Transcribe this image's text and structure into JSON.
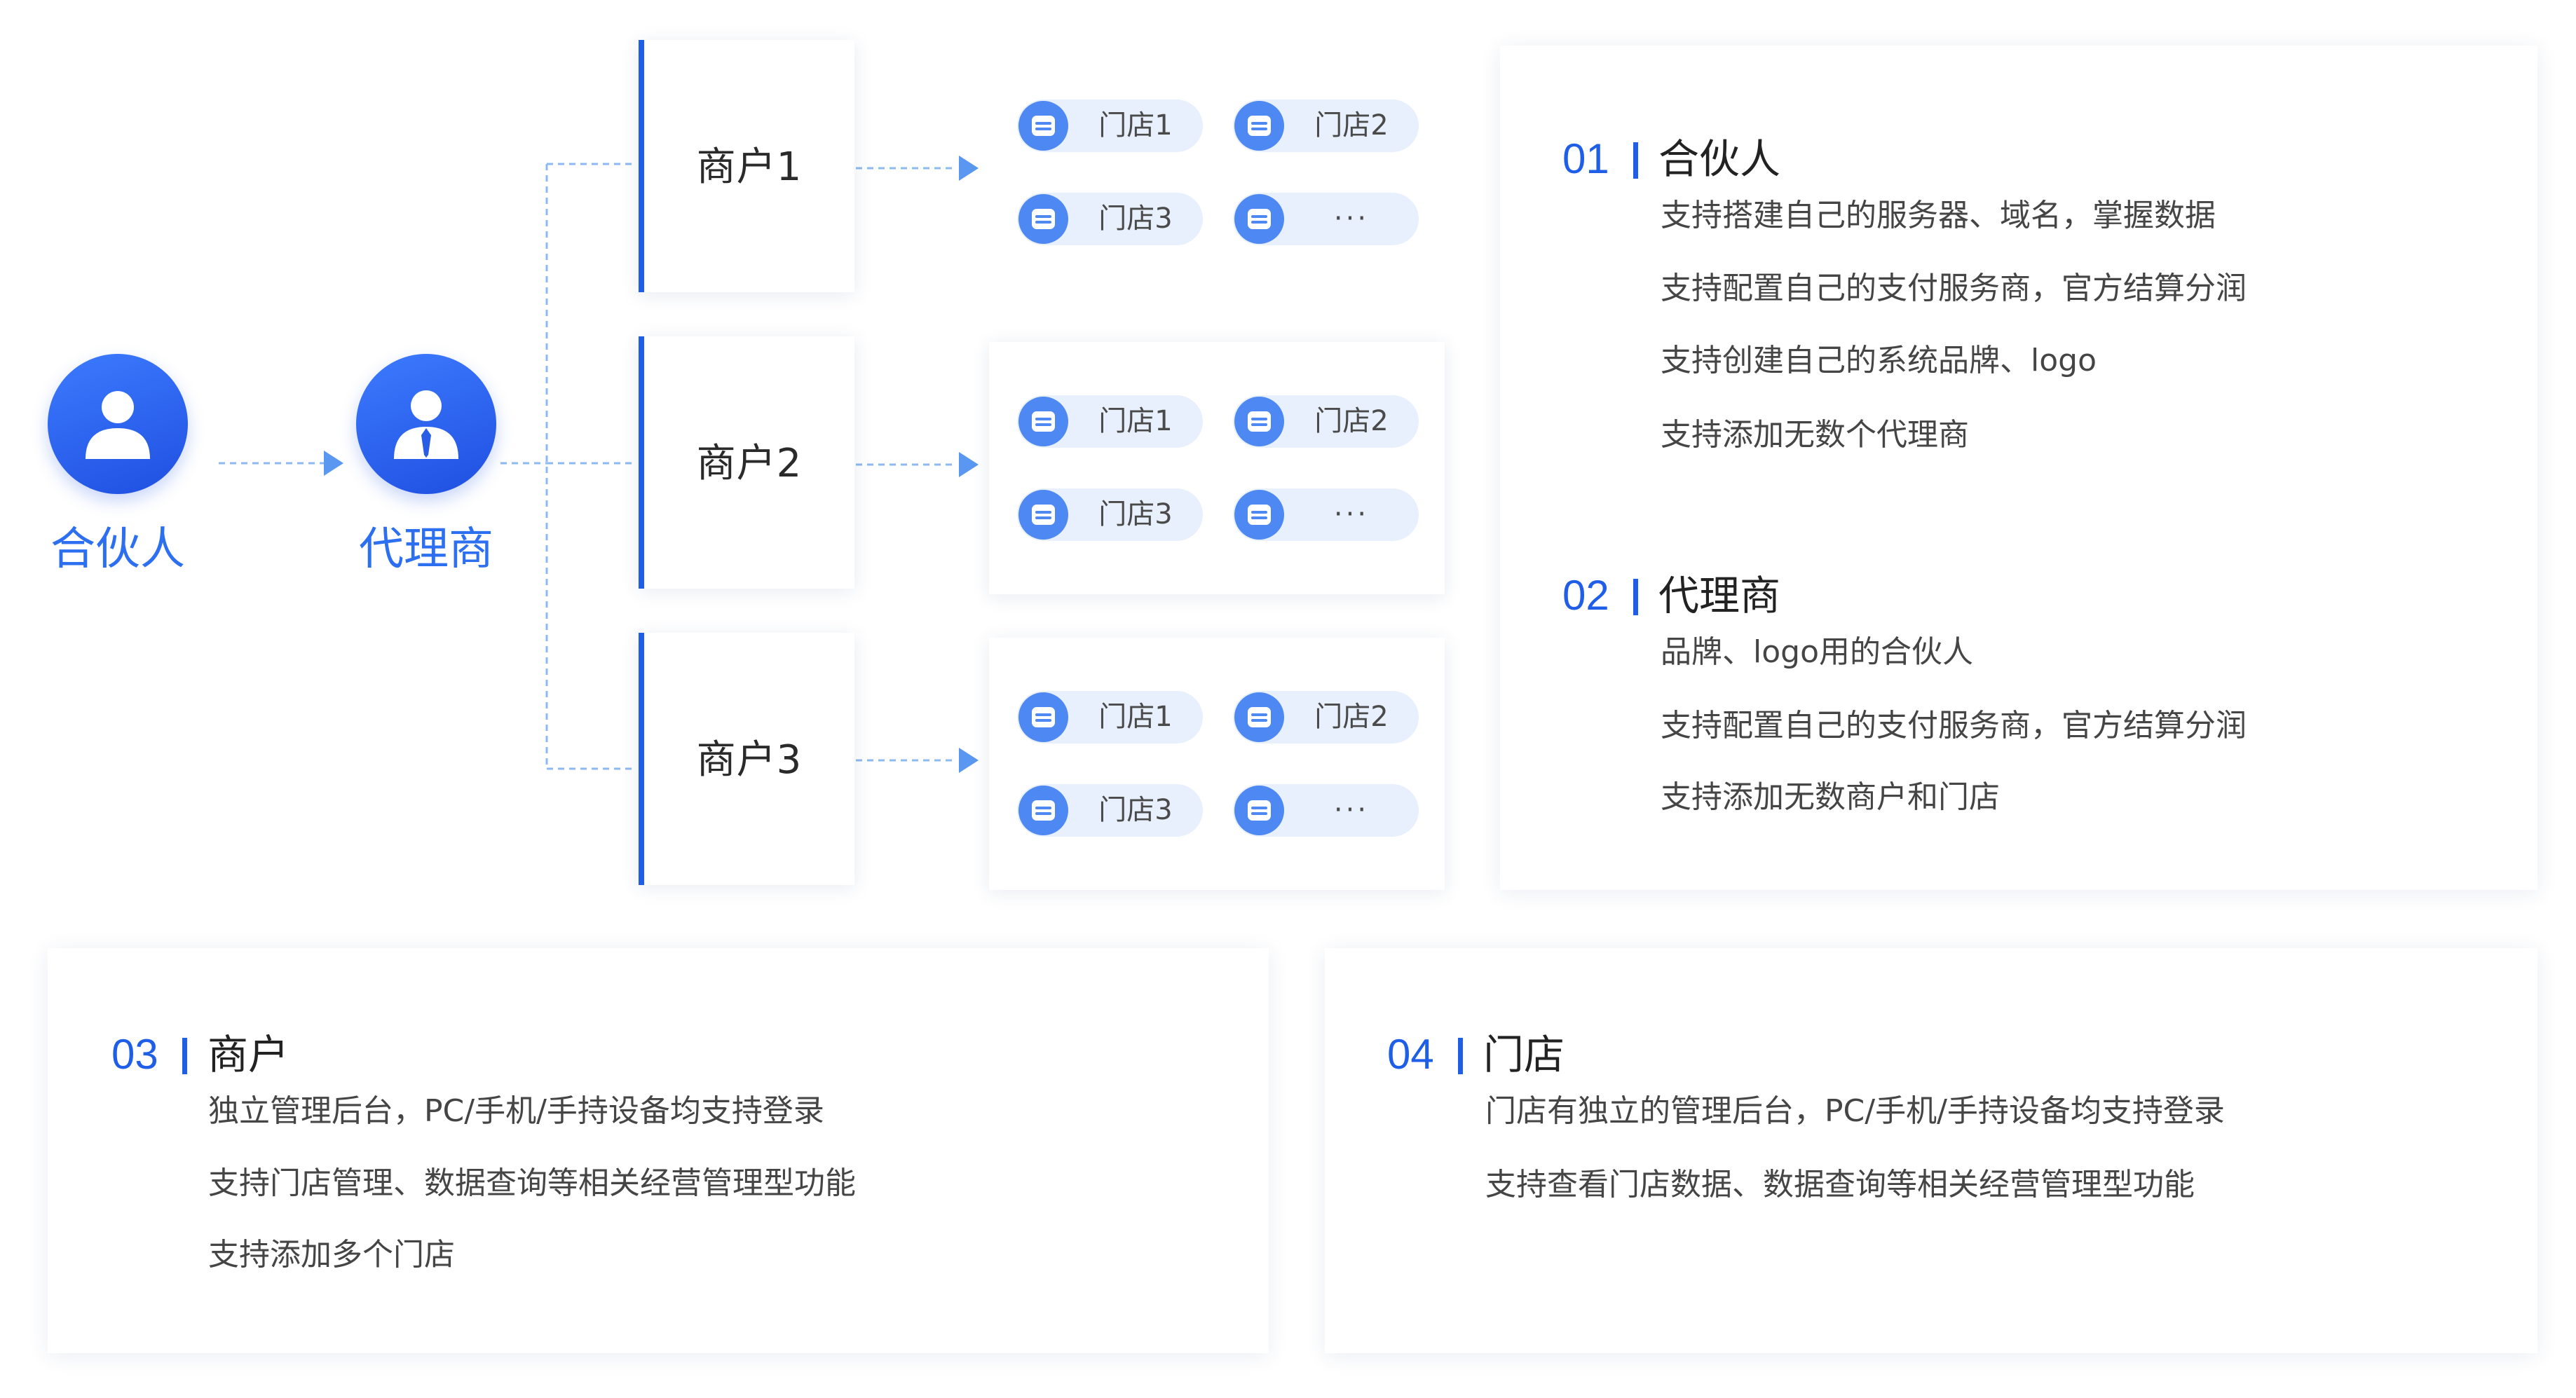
{
  "roles": {
    "partner": {
      "label": "合伙人"
    },
    "agent": {
      "label": "代理商"
    }
  },
  "merchants": [
    {
      "label": "商户1",
      "stores": [
        "门店1",
        "门店2",
        "门店3",
        "···"
      ]
    },
    {
      "label": "商户2",
      "stores": [
        "门店1",
        "门店2",
        "门店3",
        "···"
      ]
    },
    {
      "label": "商户3",
      "stores": [
        "门店1",
        "门店2",
        "门店3",
        "···"
      ]
    }
  ],
  "sections": [
    {
      "num": "01",
      "title": "合伙人",
      "lines": [
        "支持搭建自己的服务器、域名，掌握数据",
        "支持配置自己的支付服务商，官方结算分润",
        "支持创建自己的系统品牌、logo",
        "支持添加无数个代理商"
      ]
    },
    {
      "num": "02",
      "title": "代理商",
      "lines": [
        "品牌、logo用的合伙人",
        "支持配置自己的支付服务商，官方结算分润",
        "支持添加无数商户和门店"
      ]
    },
    {
      "num": "03",
      "title": "商户",
      "lines": [
        "独立管理后台，PC/手机/手持设备均支持登录",
        "支持门店管理、数据查询等相关经营管理型功能",
        "支持添加多个门店"
      ]
    },
    {
      "num": "04",
      "title": "门店",
      "lines": [
        "门店有独立的管理后台，PC/手机/手持设备均支持登录",
        "支持查看门店数据、数据查询等相关经营管理型功能"
      ]
    }
  ],
  "colors": {
    "accent": "#1f5fe8",
    "label_blue": "#2c6ff0",
    "pill_bg": "#e8f0fd",
    "icon_blue": "#4e88f3",
    "connector": "#8db8f2"
  }
}
